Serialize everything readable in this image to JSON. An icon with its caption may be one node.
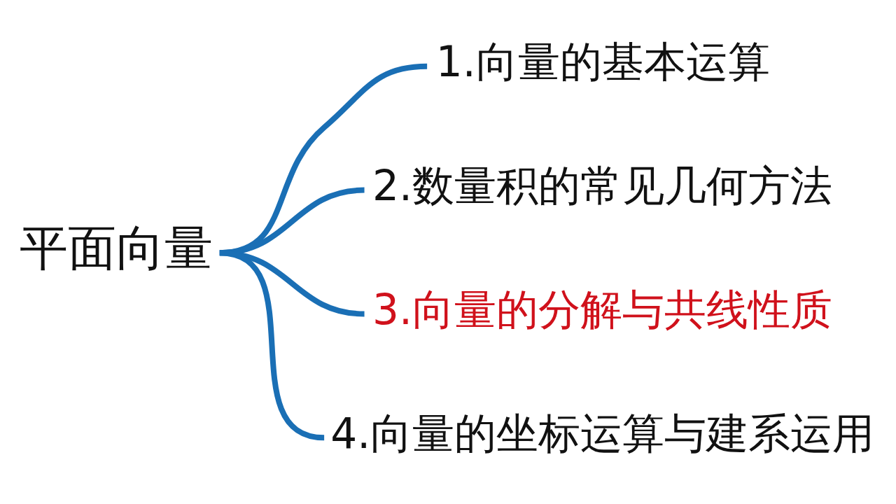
{
  "diagram": {
    "nodes": [
      {
        "text": [
          "平面向量"
        ]
      },
      {
        "text": [
          "1.向量的基本运算"
        ]
      },
      {
        "text": [
          "2.数量积的常见几何方法"
        ]
      },
      {
        "text": [
          "3.向量的分解与共线性质"
        ]
      },
      {
        "text": [
          "4.向量的坐标运算与建系运用"
        ]
      }
    ],
    "edges": [
      {
        "from": 0,
        "to": 1,
        "arrow": "none"
      },
      {
        "from": 0,
        "to": 2,
        "arrow": "none"
      },
      {
        "from": 0,
        "to": 3,
        "arrow": "none"
      },
      {
        "from": 0,
        "to": 4,
        "arrow": "none"
      }
    ]
  }
}
